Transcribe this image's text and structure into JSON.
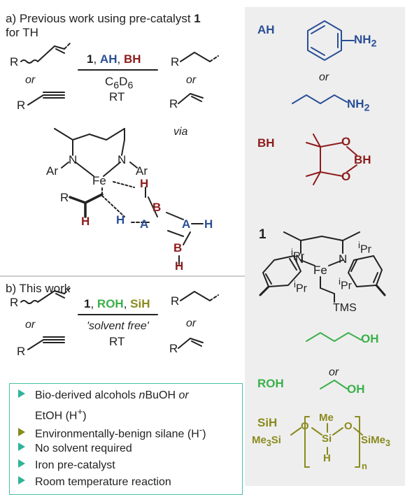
{
  "panel_a": {
    "title_prefix": "a) Previous work using pre-catalyst ",
    "title_num": "1",
    "title_line2": "for TH",
    "sub_r": "R",
    "or1": "or",
    "or2": "or",
    "reagent_1": "1",
    "reagent_sep1": ", ",
    "reagent_ah": "AH",
    "reagent_sep2": ", ",
    "reagent_bh": "BH",
    "solvent_c": "C",
    "solvent_6a": "6",
    "solvent_d": "D",
    "solvent_6b": "6",
    "temp": "RT",
    "via": "via",
    "atom_fe": "Fe",
    "atom_n": "N",
    "atom_ar": "Ar",
    "atom_h": "H",
    "atom_a": "A",
    "atom_b": "B"
  },
  "panel_b": {
    "title": "b) This work",
    "reagent_1": "1",
    "reagent_sep1": ", ",
    "reagent_roh": "ROH",
    "reagent_sep2": ", ",
    "reagent_sih": "SiH",
    "condition": "'solvent free'",
    "temp": "RT",
    "or1": "or",
    "or2": "or"
  },
  "benefits": [
    {
      "pre": "Bio-derived alcohols ",
      "it1": "n",
      "mid": "BuOH ",
      "it2": "or",
      "line2": "EtOH (H",
      "sup": "+",
      "end": ")"
    },
    {
      "text": "Environmentally-benign silane (H",
      "sup": "-",
      "end": ")"
    },
    {
      "text": "No solvent required"
    },
    {
      "text": "Iron pre-catalyst"
    },
    {
      "text": "Room temperature reaction"
    }
  ],
  "legend": {
    "ah_label": "AH",
    "nh2": "NH",
    "nh2_sub": "2",
    "or": "or",
    "bh_label": "BH",
    "bh_o": "O",
    "bh_b": "BH",
    "cat_label": "1",
    "ipr_i": "i",
    "ipr_pr": "Pr",
    "cat_n": "N",
    "cat_fe": "Fe",
    "tms": "TMS",
    "roh_label": "ROH",
    "oh": "OH",
    "roh_or": "or",
    "sih_label": "SiH",
    "me3si": "Me",
    "me3si_sub": "3",
    "si": "Si",
    "o": "O",
    "me": "Me",
    "h": "H",
    "sime3": "SiMe",
    "sime3_sub": "3",
    "n": "n"
  },
  "colors": {
    "panel_bg": "#eeeeee",
    "blue": "#2b4f96",
    "red": "#8e1c1c",
    "green": "#3bb04a",
    "olive": "#8a8a1e",
    "teal": "#2fb49a"
  }
}
